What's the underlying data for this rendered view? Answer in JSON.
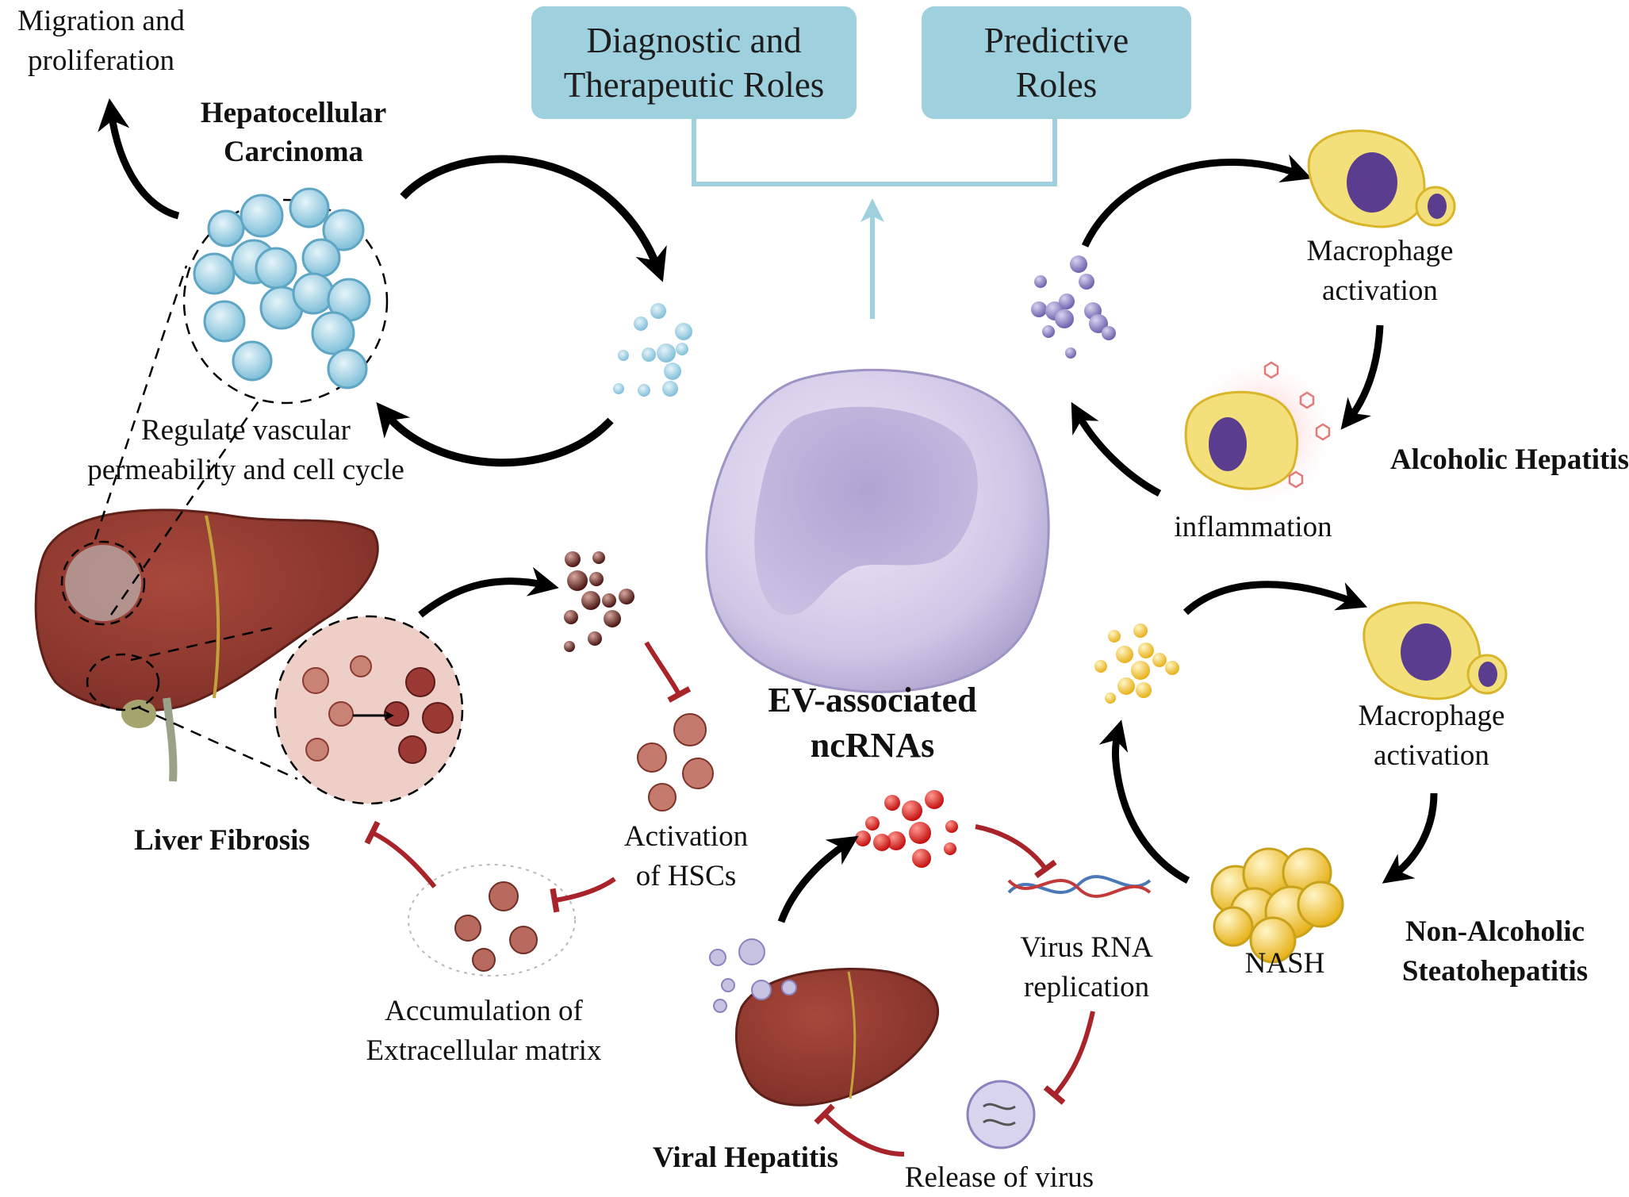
{
  "roles": {
    "diagnostic": "Diagnostic and\nTherapeutic Roles",
    "predictive": "Predictive\nRoles"
  },
  "center": {
    "title_line1": "EV-associated",
    "title_line2": "ncRNAs"
  },
  "hcc": {
    "title_line1": "Hepatocellular",
    "title_line2": "Carcinoma",
    "migration_line1": "Migration and",
    "migration_line2": "proliferation",
    "regulate_line1": "Regulate vascular",
    "regulate_line2": "permeability and cell cycle"
  },
  "fibrosis": {
    "title": "Liver Fibrosis",
    "activation_line1": "Activation",
    "activation_line2": "of  HSCs",
    "ecm_line1": "Accumulation of",
    "ecm_line2": "Extracellular matrix"
  },
  "viral": {
    "title": "Viral Hepatitis",
    "replication_line1": "Virus RNA",
    "replication_line2": "replication",
    "release": "Release of virus"
  },
  "alcoholic": {
    "title": "Alcoholic Hepatitis",
    "macro_line1": "Macrophage",
    "macro_line2": "activation",
    "inflammation": "inflammation"
  },
  "nash": {
    "title_line1": "Non-Alcoholic",
    "title_line2": "Steatohepatitis",
    "macro_line1": "Macrophage",
    "macro_line2": "activation",
    "nash_label": "NASH"
  },
  "colors": {
    "box": "#9fd0dd",
    "inhibit": "#a8242a",
    "arrow": "#000000",
    "hcc_cell": "#8cc6dc",
    "purple_vesicle": "#8a7fc0",
    "brown_vesicle": "#6a2a24",
    "yellow_vesicle": "#f2c52a",
    "red_vesicle": "#e02020",
    "liver": "#8e3a30"
  }
}
